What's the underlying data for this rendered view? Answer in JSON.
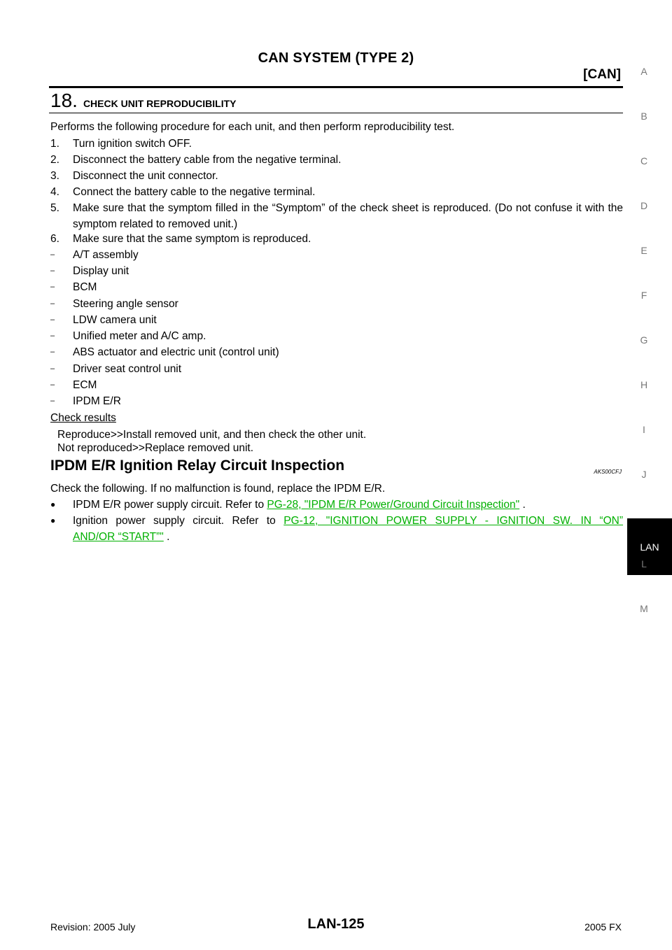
{
  "header": {
    "title": "CAN SYSTEM (TYPE 2)",
    "section": "[CAN]"
  },
  "step": {
    "number": "18.",
    "title": "CHECK UNIT REPRODUCIBILITY",
    "intro": "Performs the following procedure for each unit, and then perform reproducibility test.",
    "numbered": [
      {
        "n": "1.",
        "text": "Turn ignition switch OFF."
      },
      {
        "n": "2.",
        "text": "Disconnect the battery cable from the negative terminal."
      },
      {
        "n": "3.",
        "text": "Disconnect the unit connector."
      },
      {
        "n": "4.",
        "text": "Connect the battery cable to the negative terminal."
      },
      {
        "n": "5.",
        "text": "Make sure that the symptom filled in the “Symptom” of the check sheet is reproduced. (Do not confuse it with the symptom related to removed unit.)"
      },
      {
        "n": "6.",
        "text": "Make sure that the same symptom is reproduced."
      }
    ],
    "dash_marker": "–",
    "units": [
      "A/T assembly",
      "Display unit",
      "BCM",
      "Steering angle sensor",
      "LDW camera unit",
      "Unified meter and A/C amp.",
      "ABS actuator and electric unit (control unit)",
      "Driver seat control unit",
      "ECM",
      "IPDM E/R"
    ],
    "check_results_label": "Check results",
    "results": [
      "Reproduce>>Install removed unit, and then check the other unit.",
      "Not reproduced>>Replace removed unit."
    ]
  },
  "section2": {
    "title": "IPDM E/R Ignition Relay Circuit Inspection",
    "ref_code": "AKS00CFJ",
    "intro": "Check the following. If no malfunction is found, replace the IPDM E/R.",
    "bullet_marker": "●",
    "bullet1_text": "IPDM E/R power supply circuit. Refer to",
    "bullet1_link": "PG-28, \"IPDM E/R Power/Ground Circuit Inspection\"",
    "bullet1_tail": ".",
    "bullet2_text": "Ignition power supply circuit. Refer to",
    "bullet2_link_line1": "PG-12, \"IGNITION POWER SUPPLY - IGNITION SW. IN “ON”",
    "bullet2_link_line2": "AND/OR “START”\"",
    "bullet2_tail": "."
  },
  "side_index": [
    "A",
    "B",
    "C",
    "D",
    "E",
    "F",
    "G",
    "H",
    "I",
    "J",
    "LAN",
    "L",
    "M"
  ],
  "footer": {
    "revision": "Revision: 2005 July",
    "page": "LAN-125",
    "model": "2005 FX"
  },
  "colors": {
    "link": "#00b000",
    "tab_bg": "#000000",
    "index_text": "#777777"
  }
}
